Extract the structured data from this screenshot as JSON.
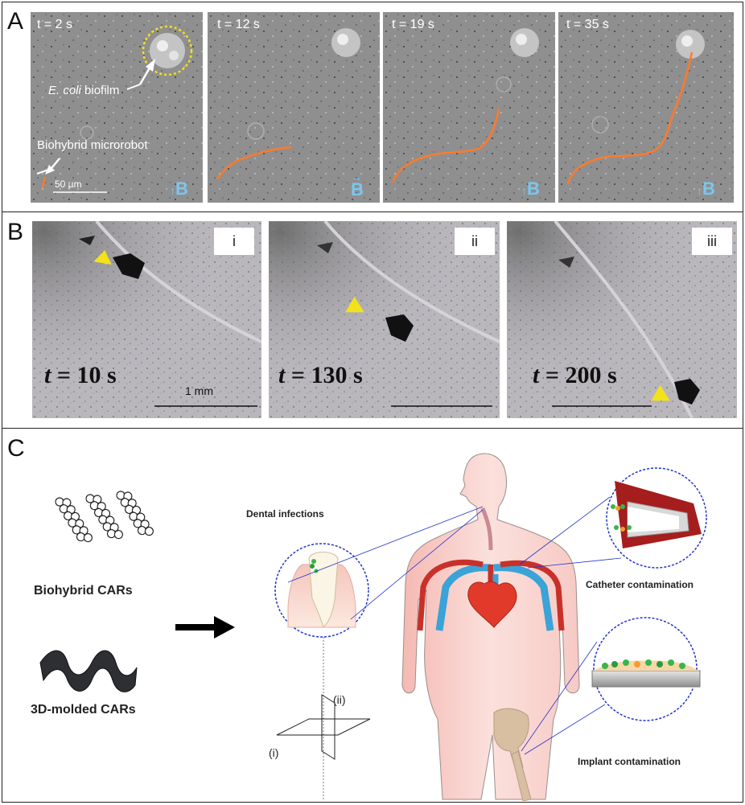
{
  "panel_a": {
    "letter": "A",
    "frames": [
      {
        "time": "t = 2 s",
        "field": "B"
      },
      {
        "time": "t = 12 s",
        "field": "B"
      },
      {
        "time": "t = 19 s",
        "field": "B"
      },
      {
        "time": "t = 35 s",
        "field": "B"
      }
    ],
    "biofilm_label_italic": "E. coli",
    "biofilm_label_rest": " biofilm",
    "robot_label": "Biohybrid microrobot",
    "scalebar": "50 µm"
  },
  "panel_b": {
    "letter": "B",
    "frames": [
      {
        "roman": "i",
        "time_var": "t",
        "time_rest": " = 10 s"
      },
      {
        "roman": "ii",
        "time_var": "t",
        "time_rest": " = 130 s"
      },
      {
        "roman": "iii",
        "time_var": "t",
        "time_rest": " = 200 s"
      }
    ],
    "scalebar": "1 mm"
  },
  "panel_c": {
    "letter": "C",
    "biohybrid_label": "Biohybrid CARs",
    "molded_label": "3D-molded CARs",
    "dental_label": "Dental infections",
    "catheter_label": "Catheter contamination",
    "implant_label": "Implant contamination",
    "plane_i": "(i)",
    "plane_ii": "(ii)"
  },
  "colors": {
    "trajectory": "#ff7a2a",
    "field_arrow": "#7cc6ef",
    "highlight_circle": "#f3e21a",
    "detail_circle": "#2233cc",
    "body": "#f7c9c4",
    "artery": "#c8312a",
    "vein": "#3aa3d8"
  }
}
